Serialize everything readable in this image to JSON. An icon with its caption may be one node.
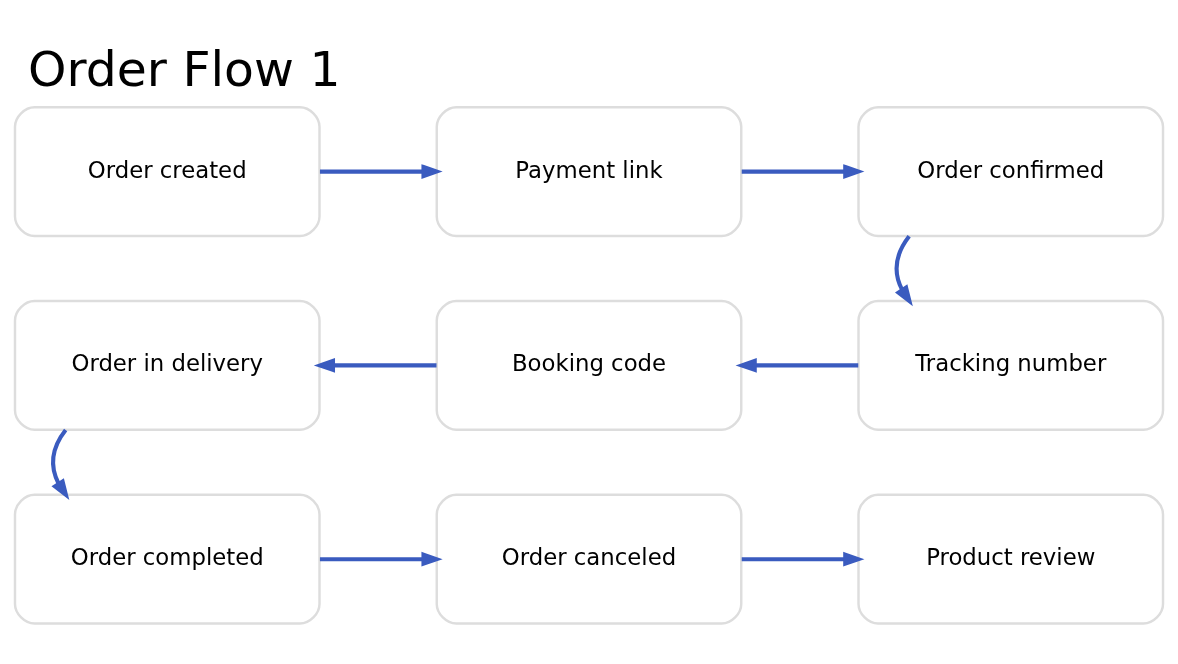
{
  "diagram": {
    "title": "Order Flow 1",
    "nodes": [
      {
        "text": [
          "Order created"
        ]
      },
      {
        "text": [
          "Payment link"
        ]
      },
      {
        "text": [
          "Order confirmed"
        ]
      },
      {
        "text": [
          "Tracking number"
        ]
      },
      {
        "text": [
          "Booking code"
        ]
      },
      {
        "text": [
          "Order in delivery"
        ]
      },
      {
        "text": [
          "Order completed"
        ]
      },
      {
        "text": [
          "Order canceled"
        ]
      },
      {
        "text": [
          "Product review"
        ]
      }
    ],
    "edges": [
      {
        "from": 0,
        "to": 1,
        "arrow": "to"
      },
      {
        "from": 1,
        "to": 2,
        "arrow": "to"
      },
      {
        "from": 2,
        "to": 3,
        "arrow": "to"
      },
      {
        "from": 3,
        "to": 4,
        "arrow": "to"
      },
      {
        "from": 4,
        "to": 5,
        "arrow": "to"
      },
      {
        "from": 5,
        "to": 6,
        "arrow": "to"
      },
      {
        "from": 6,
        "to": 7,
        "arrow": "to"
      },
      {
        "from": 7,
        "to": 8,
        "arrow": "to"
      }
    ]
  }
}
